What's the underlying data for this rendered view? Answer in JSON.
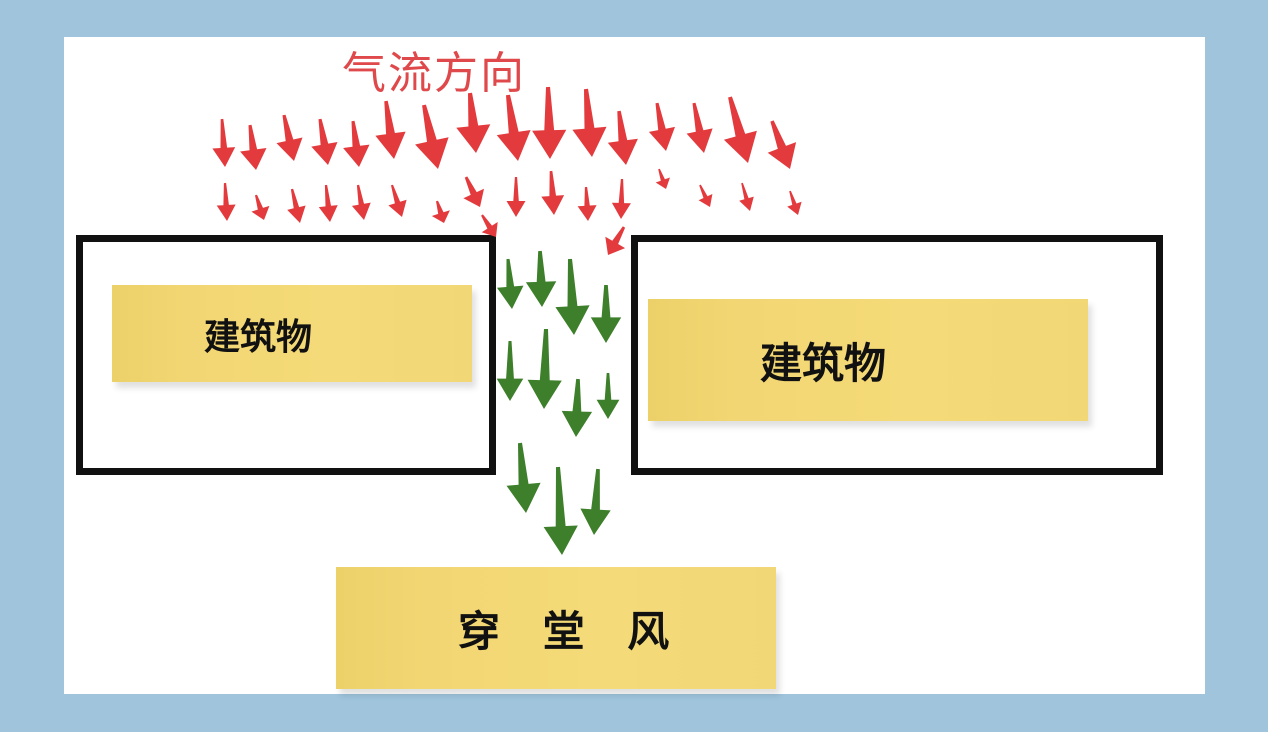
{
  "diagram": {
    "title": "气流方向",
    "building_left_label": "建筑物",
    "building_right_label": "建筑物",
    "result_label": "穿 堂 风",
    "colors": {
      "background": "#9fc4dc",
      "canvas": "#ffffff",
      "incoming_arrows": "#e33b3d",
      "channel_arrows": "#3d7f2a",
      "building_outline": "#111111",
      "label_note": "#f2d673"
    }
  }
}
